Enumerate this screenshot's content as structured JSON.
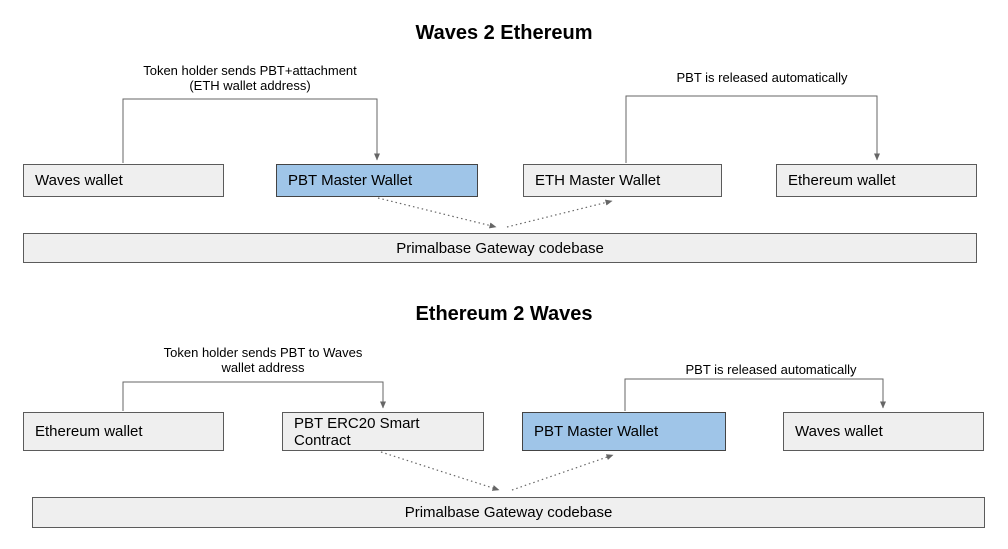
{
  "colors": {
    "background": "#ffffff",
    "box_fill": "#efefef",
    "box_border": "#5b5b5b",
    "highlight_fill": "#9fc5e8",
    "highlight_border": "#444444",
    "line": "#666666",
    "text": "#000000"
  },
  "sections": [
    {
      "title": "Waves 2 Ethereum",
      "annotations": [
        {
          "lines": [
            "Token holder sends PBT+attachment",
            "(ETH wallet address)"
          ]
        },
        {
          "lines": [
            "PBT is released automatically"
          ]
        }
      ],
      "boxes": [
        {
          "label": "Waves wallet",
          "highlight": false
        },
        {
          "label": "PBT Master Wallet",
          "highlight": true
        },
        {
          "label": "ETH Master Wallet",
          "highlight": false
        },
        {
          "label": "Ethereum wallet",
          "highlight": false
        }
      ],
      "gateway_label": "Primalbase Gateway codebase"
    },
    {
      "title": "Ethereum 2 Waves",
      "annotations": [
        {
          "lines": [
            "Token holder sends PBT to Waves",
            "wallet address"
          ]
        },
        {
          "lines": [
            "PBT is released automatically"
          ]
        }
      ],
      "boxes": [
        {
          "label": "Ethereum wallet",
          "highlight": false
        },
        {
          "label": "PBT ERC20 Smart Contract",
          "highlight": false
        },
        {
          "label": "PBT Master Wallet",
          "highlight": true
        },
        {
          "label": "Waves wallet",
          "highlight": false
        }
      ],
      "gateway_label": "Primalbase Gateway codebase"
    }
  ]
}
